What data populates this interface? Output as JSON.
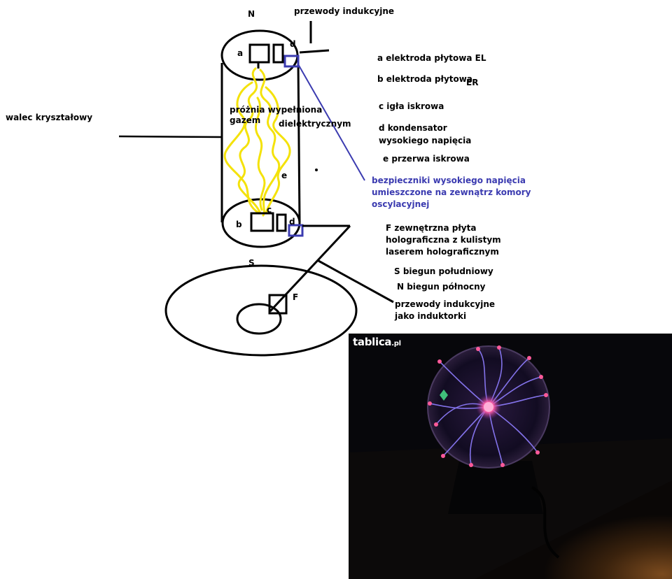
{
  "diagram": {
    "pole_n": "N",
    "pole_s": "S",
    "wires_top": "przewody indukcyjne",
    "crystal_cylinder": "walec kryształowy",
    "vacuum_line1": "próżnia wypełniona",
    "vacuum_line2": "gazem",
    "dielectric": "dielektrycznym",
    "marker_a": "a",
    "marker_b": "b",
    "marker_c": "c",
    "marker_d_top": "d",
    "marker_d_bottom": "d",
    "marker_e": "e",
    "marker_f": "F"
  },
  "legend": {
    "a": "a elektroda płytowa EL",
    "b": "b  elektroda płytowa",
    "b_sub": "ER",
    "c": "c igła iskrowa",
    "d_line1": "d kondensator",
    "d_line2": "wysokiego napięcia",
    "e": "e  przerwa iskrowa",
    "fuses_line1": "bezpieczniki wysokiego napięcia",
    "fuses_line2": "umieszczone na zewnątrz komory",
    "fuses_line3": "oscylacyjnej",
    "f_line1": "F  zewnętrzna płyta",
    "f_line2": "holograficzna z kulistym",
    "f_line3": "laserem holograficznym",
    "s": "S  biegun południowy",
    "n": "N  biegun północny",
    "wires_line1": "przewody indukcyjne",
    "wires_line2": "jako induktorki"
  },
  "photo": {
    "watermark": "tablica",
    "watermark_suffix": ".pl"
  },
  "colors": {
    "spark": "#f4e20a",
    "fuse": "#3b3bb0",
    "photo_bg": "#07070b",
    "plasma_tendril": "#8f7dff",
    "plasma_tip": "#ff5a9a",
    "floor": "#5a3416"
  }
}
